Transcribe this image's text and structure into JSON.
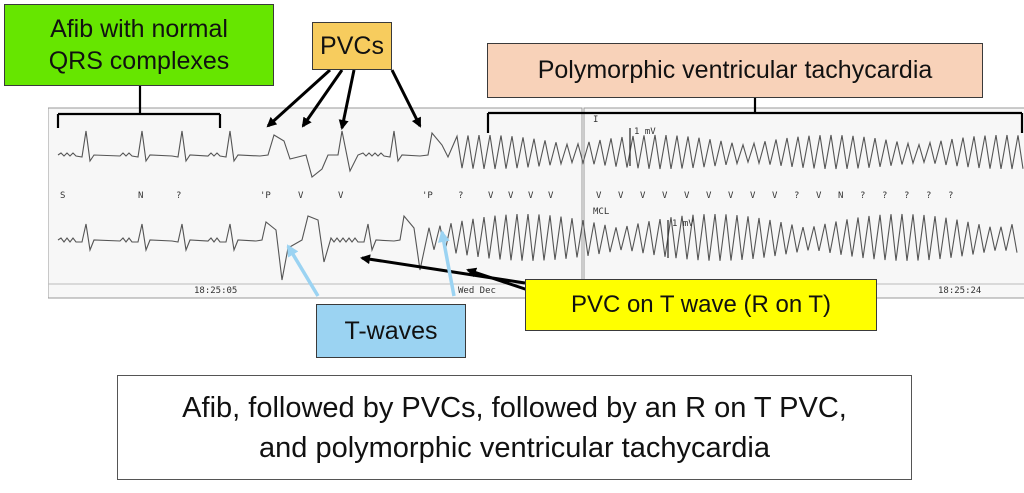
{
  "labels": {
    "afib_line1": "Afib with normal",
    "afib_line2": "QRS complexes",
    "pvcs": "PVCs",
    "poly": "Polymorphic ventricular tachycardia",
    "twaves": "T-waves",
    "ront": "PVC on T wave (R on T)",
    "summary_line1": "Afib, followed by PVCs, followed by an R on T PVC,",
    "summary_line2": "and polymorphic ventricular tachycardia"
  },
  "ecg": {
    "time_left": "18:25:05",
    "time_right": "18:25:24",
    "date_partial": "Wed Dec",
    "lead_marker": "I",
    "lead_mcl": "MCL",
    "calib_1": "1 mV",
    "calib_2": "1 mV",
    "beat_labels_left": [
      "S",
      "N",
      "?",
      "'P",
      "V",
      "V",
      "'P",
      "?",
      "V",
      "V",
      "V",
      "V"
    ],
    "beat_labels_right": [
      "V",
      "V",
      "V",
      "V",
      "V",
      "V",
      "V",
      "V",
      "V",
      "?",
      "V",
      "N",
      "?",
      "?",
      "?",
      "?",
      "?"
    ]
  },
  "colors": {
    "afib_box": "#66e600",
    "pvcs_box": "#f7cc5e",
    "poly_box": "#f8d2b9",
    "twaves_box": "#9bd3f2",
    "ront_box": "#ffff00",
    "twave_arrow": "#9bd3f2"
  }
}
